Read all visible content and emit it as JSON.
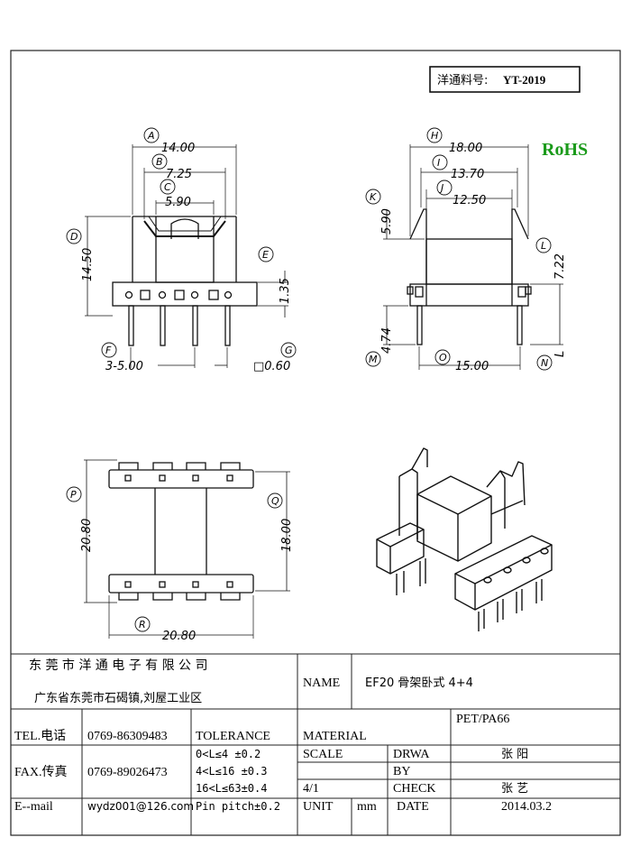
{
  "part_number": {
    "label": "洋通料号:",
    "value": "YT-2019"
  },
  "rohs": {
    "text": "RoHS",
    "color": "#1a9a1a"
  },
  "front_view": {
    "A": {
      "label": "A",
      "value": "14.00"
    },
    "B": {
      "label": "B",
      "value": "7.25"
    },
    "C": {
      "label": "C",
      "value": "5.90"
    },
    "D": {
      "label": "D",
      "value": "14.50"
    },
    "E": {
      "label": "E",
      "value": "1.35"
    },
    "F": {
      "label": "F",
      "value": "3-5.00"
    },
    "G": {
      "label": "G",
      "value": "□0.60"
    }
  },
  "side_view": {
    "H": {
      "label": "H",
      "value": "18.00"
    },
    "I": {
      "label": "I",
      "value": "13.70"
    },
    "J": {
      "label": "J",
      "value": "12.50"
    },
    "K": {
      "label": "K",
      "value": "5.90"
    },
    "L": {
      "label": "L",
      "value": "7.22"
    },
    "M": {
      "label": "M",
      "value": "4.74"
    },
    "N": {
      "label": "N",
      "value": "L"
    },
    "O": {
      "label": "O",
      "value": "15.00"
    }
  },
  "bottom_view": {
    "P": {
      "label": "P",
      "value": "20.80"
    },
    "Q": {
      "label": "Q",
      "value": "18.00"
    },
    "R": {
      "label": "R",
      "value": "20.80"
    }
  },
  "title_block": {
    "company": "东 莞 市 洋 通 电 子 有 限 公 司",
    "address": "广东省东莞市石碣镇,刘屋工业区",
    "name_label": "NAME",
    "name_value": "EF20 骨架卧式 4+4",
    "tel_label": "TEL.电话",
    "tel_value": "0769-86309483",
    "fax_label": "FAX.传真",
    "fax_value": "0769-89026473",
    "email_label": "E--mail",
    "email_value": "wydz001@126.com",
    "tolerance_label": "TOLERANCE",
    "tolerance_rows": [
      "0<L≤4  ±0.2",
      "4<L≤16 ±0.3",
      "16<L≤63±0.4",
      "Pin pitch±0.2"
    ],
    "material_label": "MATERIAL",
    "material_value": "PET/PA66",
    "scale_label": "SCALE",
    "scale_value": "4/1",
    "draw_label_1": "DRWA",
    "draw_label_2": "BY",
    "draw_value": "张 阳",
    "check_label": "CHECK",
    "check_value": "张 艺",
    "unit_label": "UNIT",
    "unit_value": "mm",
    "date_label": "DATE",
    "date_value": "2014.03.2"
  }
}
